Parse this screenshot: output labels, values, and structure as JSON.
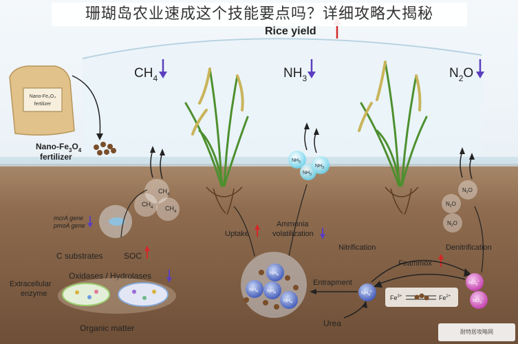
{
  "page_title": "珊瑚岛农业速成这个技能要点吗？详细攻略大揭秘",
  "rice_yield": {
    "label": "Rice yield",
    "trend": "up"
  },
  "gases": {
    "ch4": {
      "base": "CH",
      "sub": "4",
      "trend": "down"
    },
    "nh3": {
      "base": "NH",
      "sub": "3",
      "trend": "down"
    },
    "n2o": {
      "base": "N",
      "sub1": "2",
      "tail": "O",
      "trend": "down"
    }
  },
  "fertilizer": {
    "bag_line1": "Nano-Fe₃O₄",
    "bag_line2": "fertilizer",
    "label_line1": "Nano-Fe",
    "label_sub1": "3",
    "label_mid": "O",
    "label_sub2": "4",
    "label_line2": "fertilizer"
  },
  "soil_ch4": {
    "base": "CH",
    "sub": "4"
  },
  "genes": {
    "line1": "mcrA gene",
    "line2": "pmoA gene",
    "trend": "down"
  },
  "c_substrates": "C substrates",
  "soc": {
    "label": "SOC",
    "trend": "up"
  },
  "enzymes": {
    "label": "Oxidases / Hydrolases",
    "trend": "down"
  },
  "extracellular_enzyme": {
    "line1": "Extracellular",
    "line2": "enzyme"
  },
  "organic_matter": "Organic matter",
  "uptake": {
    "label": "Uptake",
    "trend": "up"
  },
  "ammonia_volatilization": {
    "line1": "Ammonia",
    "line2": "volatilization",
    "trend": "down"
  },
  "ammonium": {
    "base": "NH",
    "sub": "4",
    "sup": "+"
  },
  "ammonia_bubble": {
    "base": "NH",
    "sub": "3"
  },
  "entrapment": "Entrapment",
  "urea": "Urea",
  "nitrification": "Nitrification",
  "denitrification": "Denitrification",
  "feammox": {
    "label": "Feammox",
    "trend": "up"
  },
  "nitrate": {
    "base": "NO",
    "sub": "3",
    "sup": "−"
  },
  "soil_n2o": {
    "base": "N",
    "sub": "2",
    "tail": "O"
  },
  "iron_cycle": {
    "fe3": "Fe",
    "fe3_sup": "3+",
    "fe2": "Fe",
    "fe2_sup": "2+"
  },
  "watermark": "耐特居攻略网",
  "colors": {
    "up_arrow": "#d62728",
    "down_arrow": "#5b3fbf",
    "soil": "#8f6c4f",
    "sky": "#e7f0f5"
  }
}
